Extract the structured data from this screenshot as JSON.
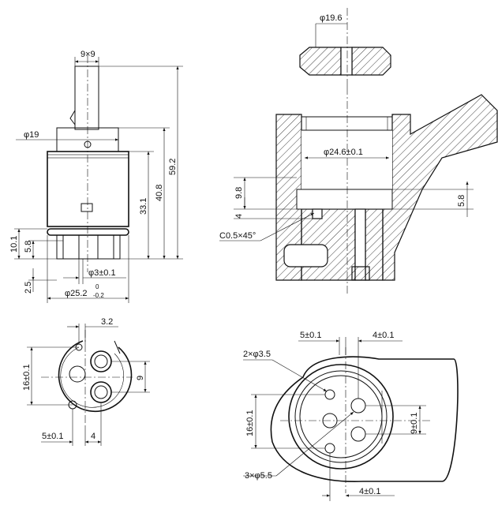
{
  "top_left_view": {
    "dims": {
      "square": "9×9",
      "phi19": "φ19",
      "h592": "59.2",
      "h408": "40.8",
      "h331": "33.1",
      "h101": "10.1",
      "h58": "5.8",
      "h25": "2.5",
      "phi3": "φ3±0.1",
      "phi252": "φ25.2",
      "tol_upper": "0",
      "tol_lower": "-0.2"
    }
  },
  "top_right_view": {
    "dims": {
      "phi196": "φ19.6",
      "phi246": "φ24.6±0.1",
      "h98": "9.8",
      "h4": "4",
      "h58r": "5.8",
      "chamfer": "C0.5×45°"
    }
  },
  "bottom_left_view": {
    "dims": {
      "d32": "3.2",
      "d16": "16±0.1",
      "d9": "9",
      "d5": "5±0.1",
      "d4": "4"
    }
  },
  "bottom_right_view": {
    "dims": {
      "top5": "5±0.1",
      "top4": "4±0.1",
      "holes2": "2×φ3.5",
      "d16": "16±0.1",
      "d9": "9±0.1",
      "holes3": "3×φ5.5",
      "bot4": "4±0.1"
    }
  }
}
